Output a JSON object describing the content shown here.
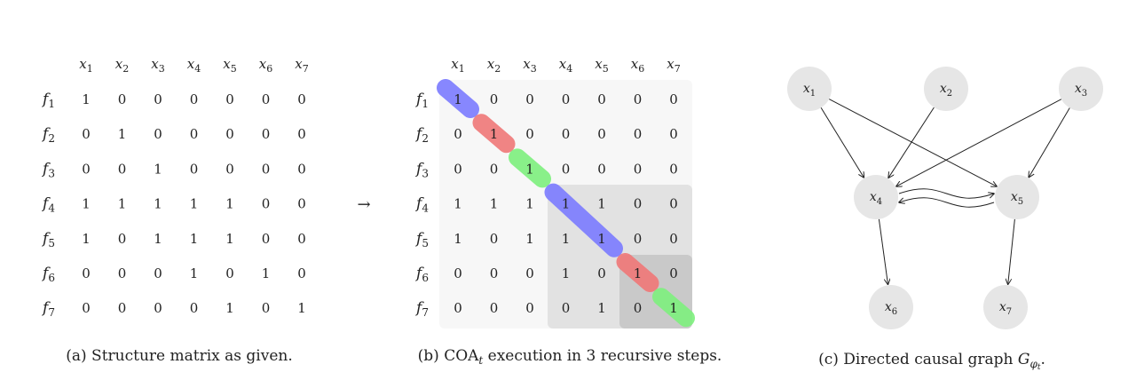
{
  "columns": [
    "x1",
    "x2",
    "x3",
    "x4",
    "x5",
    "x6",
    "x7"
  ],
  "rows": [
    "f1",
    "f2",
    "f3",
    "f4",
    "f5",
    "f6",
    "f7"
  ],
  "matrix": [
    [
      1,
      0,
      0,
      0,
      0,
      0,
      0
    ],
    [
      0,
      1,
      0,
      0,
      0,
      0,
      0
    ],
    [
      0,
      0,
      1,
      0,
      0,
      0,
      0
    ],
    [
      1,
      1,
      1,
      1,
      1,
      0,
      0
    ],
    [
      1,
      0,
      1,
      1,
      1,
      0,
      0
    ],
    [
      0,
      0,
      0,
      1,
      0,
      1,
      0
    ],
    [
      0,
      0,
      0,
      0,
      1,
      0,
      1
    ]
  ],
  "arrow": "→",
  "captions": {
    "a": "(a) Structure matrix as given.",
    "b_pre": "(b) COA",
    "b_sub": "t",
    "b_post": " execution in 3 recursive steps.",
    "c_pre": "(c) Directed causal graph ",
    "c_G": "G",
    "c_sub": "φ",
    "c_subsub": "t",
    "c_post": "."
  },
  "diagonal_colors": [
    "#7b7bff",
    "#f07878",
    "#7ef07e",
    "#7b7bff",
    "#7b7bff",
    "#f07878",
    "#7ef07e"
  ],
  "graph": {
    "nodes": [
      {
        "id": "x1",
        "label": "x1"
      },
      {
        "id": "x2",
        "label": "x2"
      },
      {
        "id": "x3",
        "label": "x3"
      },
      {
        "id": "x4",
        "label": "x4"
      },
      {
        "id": "x5",
        "label": "x5"
      },
      {
        "id": "x6",
        "label": "x6"
      },
      {
        "id": "x7",
        "label": "x7"
      }
    ],
    "edges": [
      [
        "x1",
        "x4"
      ],
      [
        "x1",
        "x5"
      ],
      [
        "x2",
        "x4"
      ],
      [
        "x3",
        "x4"
      ],
      [
        "x3",
        "x5"
      ],
      [
        "x4",
        "x5"
      ],
      [
        "x5",
        "x4"
      ],
      [
        "x4",
        "x6"
      ],
      [
        "x5",
        "x7"
      ]
    ]
  }
}
